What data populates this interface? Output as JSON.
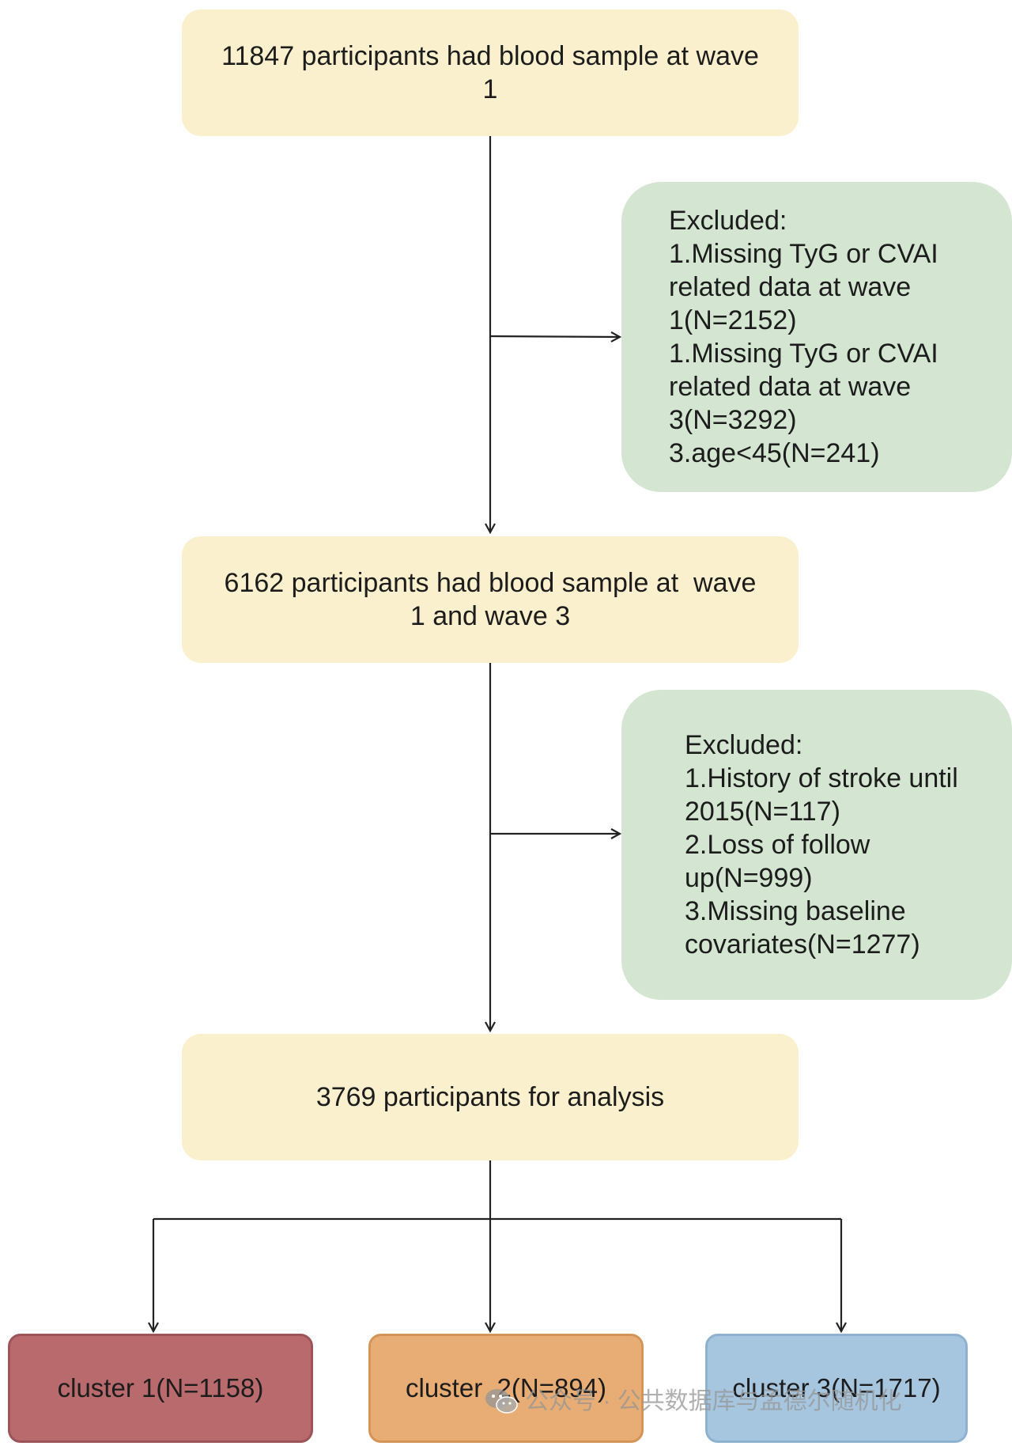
{
  "boxes": {
    "wave1": {
      "line1": "11847 participants had blood sample at wave",
      "line2": "1"
    },
    "excluded1": {
      "lines": [
        "Excluded:",
        "1.Missing TyG or CVAI",
        "related data at wave",
        "1(N=2152)",
        "1.Missing TyG or CVAI",
        "related data at wave",
        "3(N=3292)",
        "3.age<45(N=241)"
      ]
    },
    "wave13": {
      "line1": "6162 participants had blood sample at  wave",
      "line2": "1 and wave 3"
    },
    "excluded2": {
      "lines": [
        "Excluded:",
        "1.History of stroke until",
        "2015(N=117)",
        "2.Loss of follow",
        "up(N=999)",
        "3.Missing baseline",
        "covariates(N=1277)"
      ]
    },
    "analysis": {
      "label": "3769 participants for analysis"
    },
    "clusters": [
      {
        "label": "cluster 1(N=1158)"
      },
      {
        "label": "cluster  2(N=894)"
      },
      {
        "label": "cluster 3(N=1717)"
      }
    ]
  },
  "watermark": {
    "text": "公众号 · 公共数据库与孟德尔随机化",
    "icon": "wechat-icon"
  },
  "colors": {
    "main_box": "#fbf0cd",
    "excluded_box": "#d4e6d2",
    "cluster1": "#b86a6d",
    "cluster2": "#e8ad74",
    "cluster3": "#a6c6e0"
  }
}
